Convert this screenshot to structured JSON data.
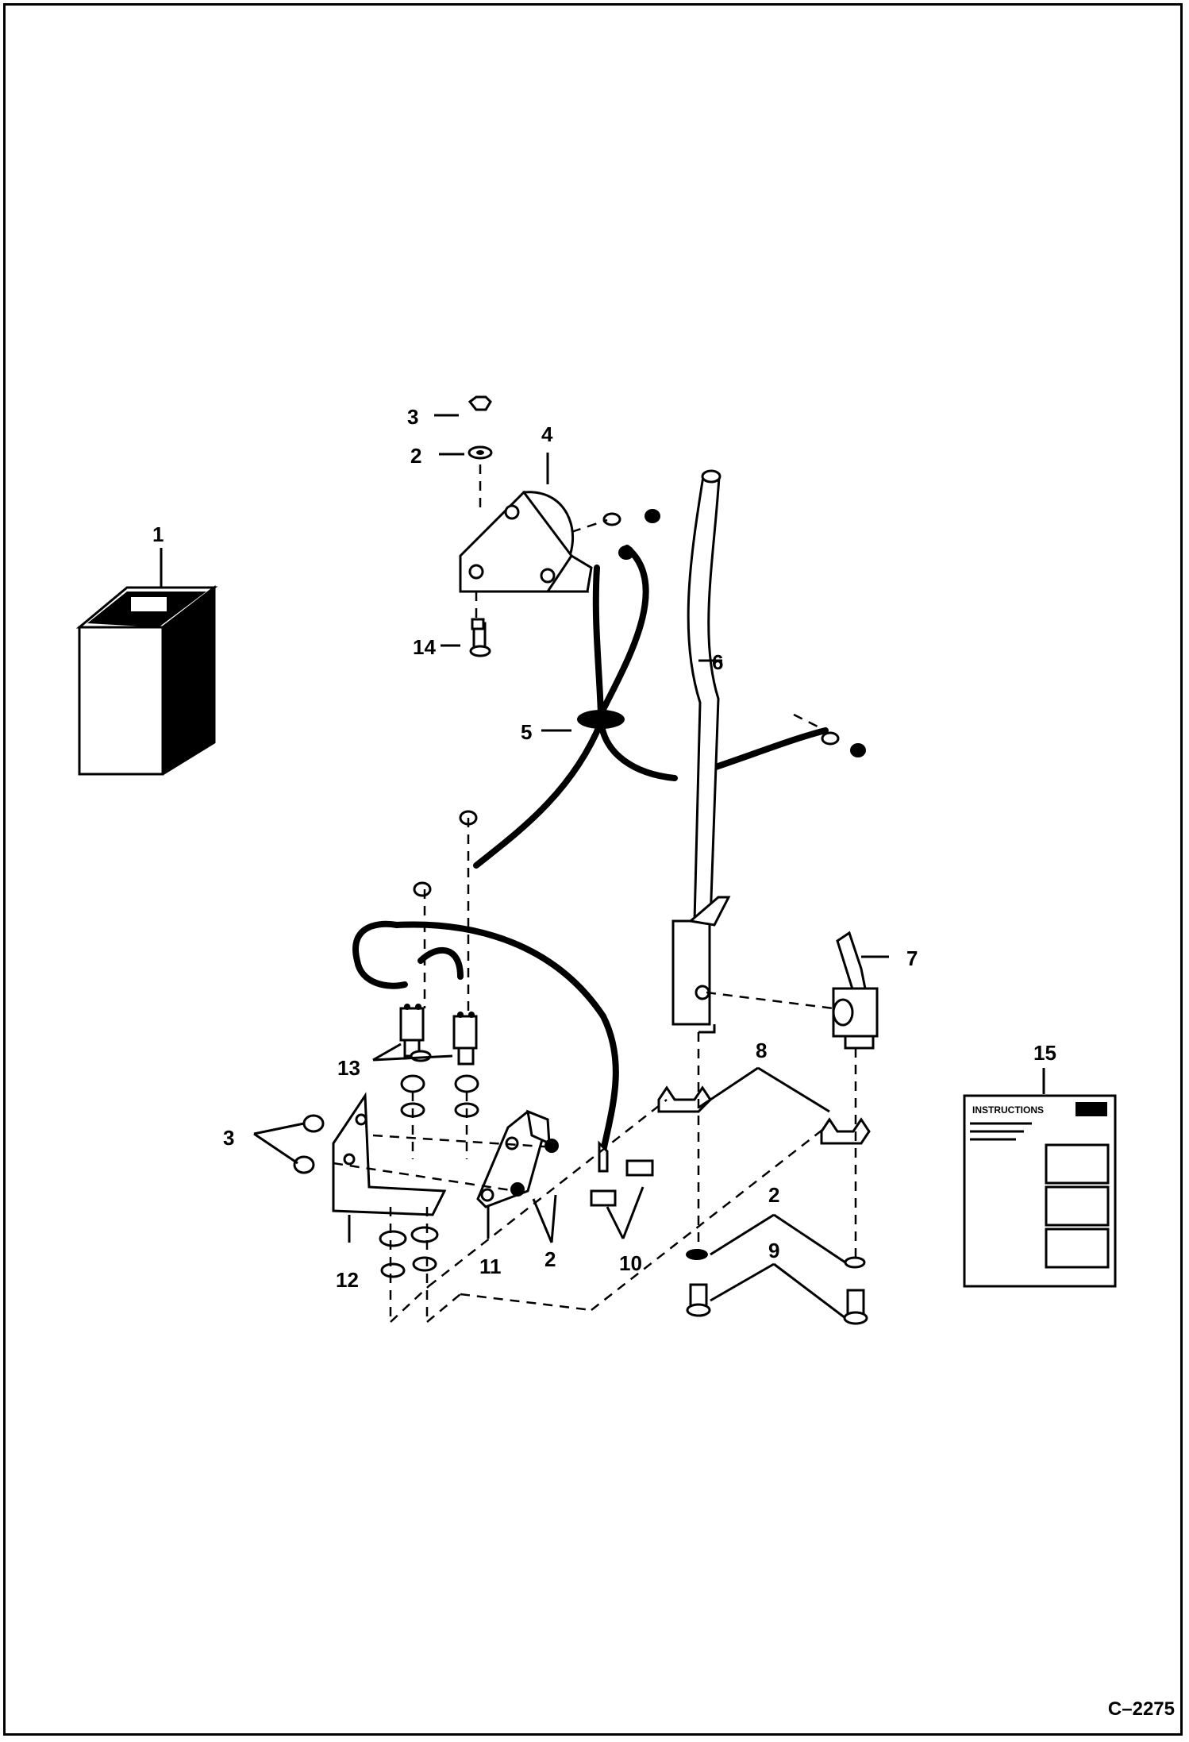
{
  "callouts": {
    "c1": "1",
    "c2a": "2",
    "c2b": "2",
    "c2c": "2",
    "c3a": "3",
    "c3b": "3",
    "c4": "4",
    "c5": "5",
    "c6": "6",
    "c7": "7",
    "c8": "8",
    "c9": "9",
    "c10": "10",
    "c11": "11",
    "c12": "12",
    "c13": "13",
    "c14": "14",
    "c15": "15"
  },
  "figure_code": "C–2275",
  "decal_heading": "INSTRUCTIONS"
}
